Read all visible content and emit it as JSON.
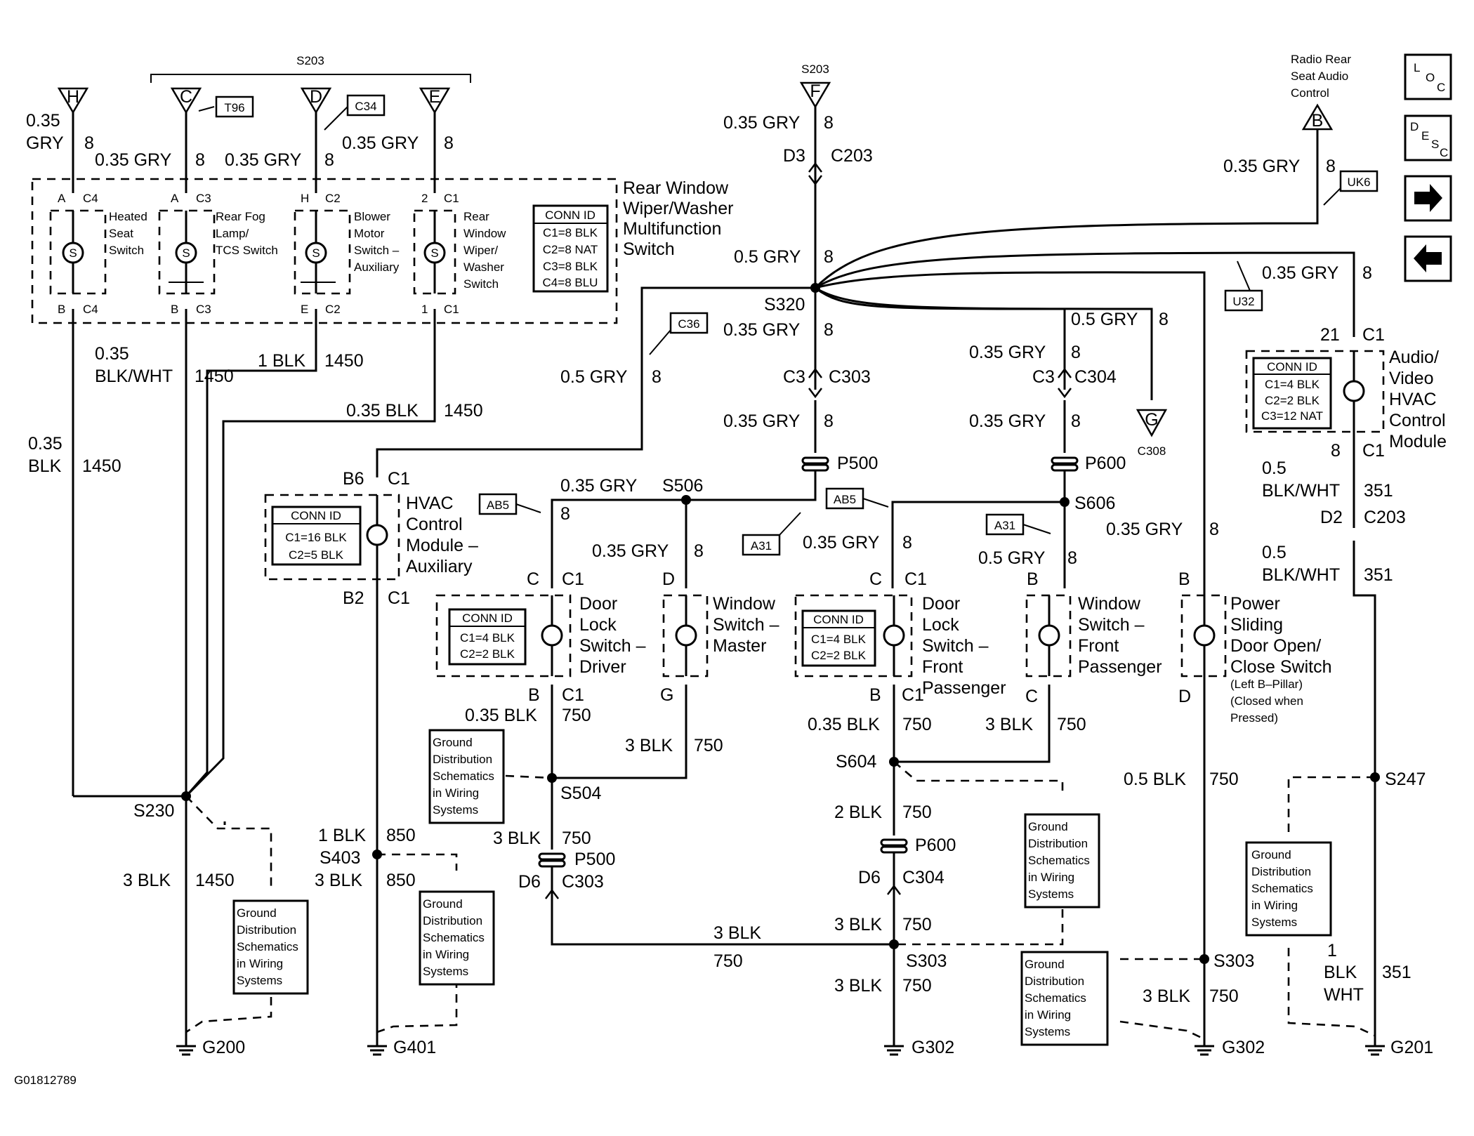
{
  "splices_top": {
    "s203_bracket": "S203",
    "s203_single": "S203"
  },
  "connectors_top": {
    "H": "H",
    "C": "C",
    "D": "D",
    "E": "E",
    "F": "F",
    "B": "B"
  },
  "refs": {
    "t96": "T96",
    "c34": "C34",
    "c36": "C36",
    "uk6": "UK6",
    "u32": "U32",
    "ab5a": "AB5",
    "ab5b": "AB5",
    "a31a": "A31",
    "a31b": "A31"
  },
  "nav": {
    "loc": [
      "L",
      "O",
      "C"
    ],
    "desc": [
      "D",
      "E",
      "S",
      "C"
    ]
  },
  "rear_switch": {
    "title": [
      "Rear Window",
      "Wiper/Washer",
      "Multifunction",
      "Switch"
    ],
    "heated": [
      "Heated",
      "Seat",
      "Switch"
    ],
    "fog": [
      "Rear Fog",
      "Lamp/",
      "TCS Switch"
    ],
    "blower": [
      "Blower",
      "Motor",
      "Switch –",
      "Auxiliary"
    ],
    "wiper": [
      "Rear",
      "Window",
      "Wiper/",
      "Washer",
      "Switch"
    ],
    "conn_id": [
      "CONN ID",
      "C1=8 BLK",
      "C2=8 NAT",
      "C3=8 BLK",
      "C4=8 BLU"
    ],
    "pins_top": [
      "A",
      "C4",
      "A",
      "C3",
      "H",
      "C2",
      "2",
      "C1"
    ],
    "pins_bot": [
      "B",
      "C4",
      "B",
      "C3",
      "E",
      "C2",
      "1",
      "C1"
    ]
  },
  "radio": {
    "label": [
      "Radio Rear",
      "Seat Audio",
      "Control"
    ]
  },
  "hvac_aux": {
    "title": [
      "HVAC",
      "Control",
      "Module –",
      "Auxiliary"
    ],
    "conn_id": [
      "CONN ID",
      "C1=16 BLK",
      "C2=5 BLK"
    ]
  },
  "audio_hvac": {
    "title": [
      "Audio/",
      "Video",
      "HVAC",
      "Control",
      "Module"
    ],
    "conn_id": [
      "CONN ID",
      "C1=4 BLK",
      "C2=2 BLK",
      "C3=12 NAT"
    ]
  },
  "door_driver": {
    "title": [
      "Door",
      "Lock",
      "Switch –",
      "Driver"
    ],
    "conn_id": [
      "CONN ID",
      "C1=4 BLK",
      "C2=2 BLK"
    ]
  },
  "window_master": {
    "title": [
      "Window",
      "Switch –",
      "Master"
    ]
  },
  "door_front": {
    "title": [
      "Door",
      "Lock",
      "Switch –",
      "Front",
      "Passenger"
    ],
    "conn_id": [
      "CONN ID",
      "C1=4 BLK",
      "C2=2 BLK"
    ]
  },
  "window_front": {
    "title": [
      "Window",
      "Switch –",
      "Front",
      "Passenger"
    ]
  },
  "sliding": {
    "title": [
      "Power",
      "Sliding",
      "Door Open/",
      "Close Switch"
    ],
    "note": [
      "(Left B–Pillar)",
      "(Closed when",
      "Pressed)"
    ]
  },
  "gd": {
    "lines": [
      "Ground",
      "Distribution",
      "Schematics",
      "in Wiring",
      "Systems"
    ]
  },
  "wire": {
    "w035": "0.35",
    "gry": "GRY",
    "w8": "8",
    "g035": "0.35 GRY",
    "g05": "0.5 GRY",
    "blkwht": "BLK/WHT",
    "w1450": "1450",
    "b1": "1 BLK",
    "b035": "0.35 BLK",
    "blk": "BLK",
    "b3": "3 BLK",
    "b2": "2 BLK",
    "b05": "0.5 BLK",
    "w750": "750",
    "w850": "850",
    "w351": "351",
    "w05": "0.5",
    "w1": "1",
    "wht": "WHT"
  },
  "pins": {
    "d3": "D3",
    "c203": "C203",
    "s320": "S320",
    "c3": "C3",
    "c303": "C303",
    "c304": "C304",
    "p500": "P500",
    "p600": "P600",
    "s506": "S506",
    "s606": "S606",
    "g": "G",
    "c308": "C308",
    "c1": "C1",
    "b6": "B6",
    "b2": "B2",
    "c": "C",
    "d": "D",
    "b": "B",
    "w21": "21",
    "w8": "8",
    "d2": "D2",
    "s247": "S247",
    "s230": "S230",
    "s403": "S403",
    "s504": "S504",
    "s604": "S604",
    "d6": "D6",
    "s303": "S303",
    "g200": "G200",
    "g401": "G401",
    "g302": "G302",
    "g201": "G201"
  },
  "figure_id": "G01812789"
}
